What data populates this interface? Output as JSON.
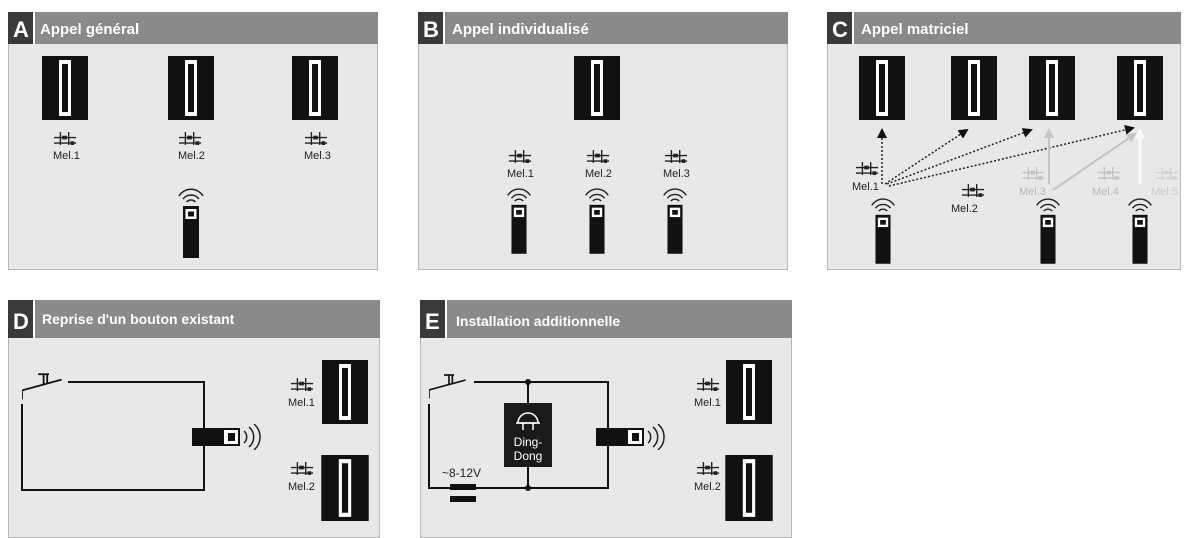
{
  "panels": {
    "a": {
      "letter": "A",
      "title": "Appel général",
      "labels": [
        "Mel.1",
        "Mel.2",
        "Mel.3"
      ]
    },
    "b": {
      "letter": "B",
      "title": "Appel individualisé",
      "labels": [
        "Mel.1",
        "Mel.2",
        "Mel.3"
      ]
    },
    "c": {
      "letter": "C",
      "title": "Appel matriciel",
      "labels": [
        "Mel.1",
        "Mel.2",
        "Mel.3",
        "Mel.4",
        "Mel.5"
      ]
    },
    "d": {
      "letter": "D",
      "title": "Reprise d'un bouton existant",
      "labels": [
        "Mel.1",
        "Mel.2"
      ]
    },
    "e": {
      "letter": "E",
      "title": "Installation additionnelle",
      "labels": [
        "Mel.1",
        "Mel.2"
      ],
      "chime_line1": "Ding-",
      "chime_line2": "Dong",
      "voltage": "~8-12V"
    }
  },
  "colors": {
    "header_bg": "#8a8a8a",
    "letter_bg": "#3a3a3a",
    "panel_bg": "#e8e8e8",
    "device": "#111111",
    "faded": "#c0c0c0"
  }
}
